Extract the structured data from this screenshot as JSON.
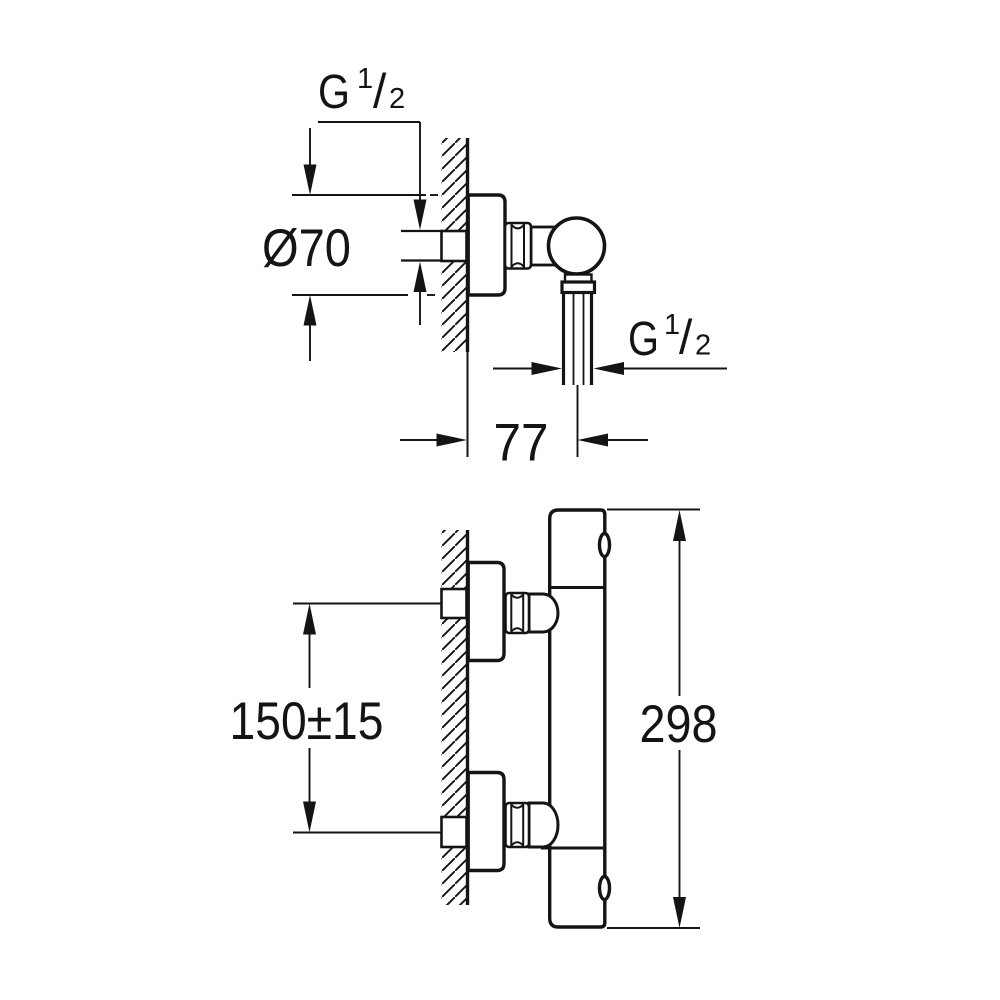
{
  "drawing": {
    "upper_view": {
      "pipe_thread": {
        "symbol": "G",
        "numerator": "1",
        "slash": "/",
        "denominator": "2"
      },
      "escutcheon_diameter": "Ø70",
      "wall_to_outlet_center": "77",
      "hose_thread": {
        "symbol": "G",
        "numerator": "1",
        "slash": "/",
        "denominator": "2"
      }
    },
    "lower_view": {
      "inlet_spacing": "150±15",
      "overall_height": "298"
    },
    "colors": {
      "line": "#141414",
      "background": "#ffffff"
    }
  }
}
